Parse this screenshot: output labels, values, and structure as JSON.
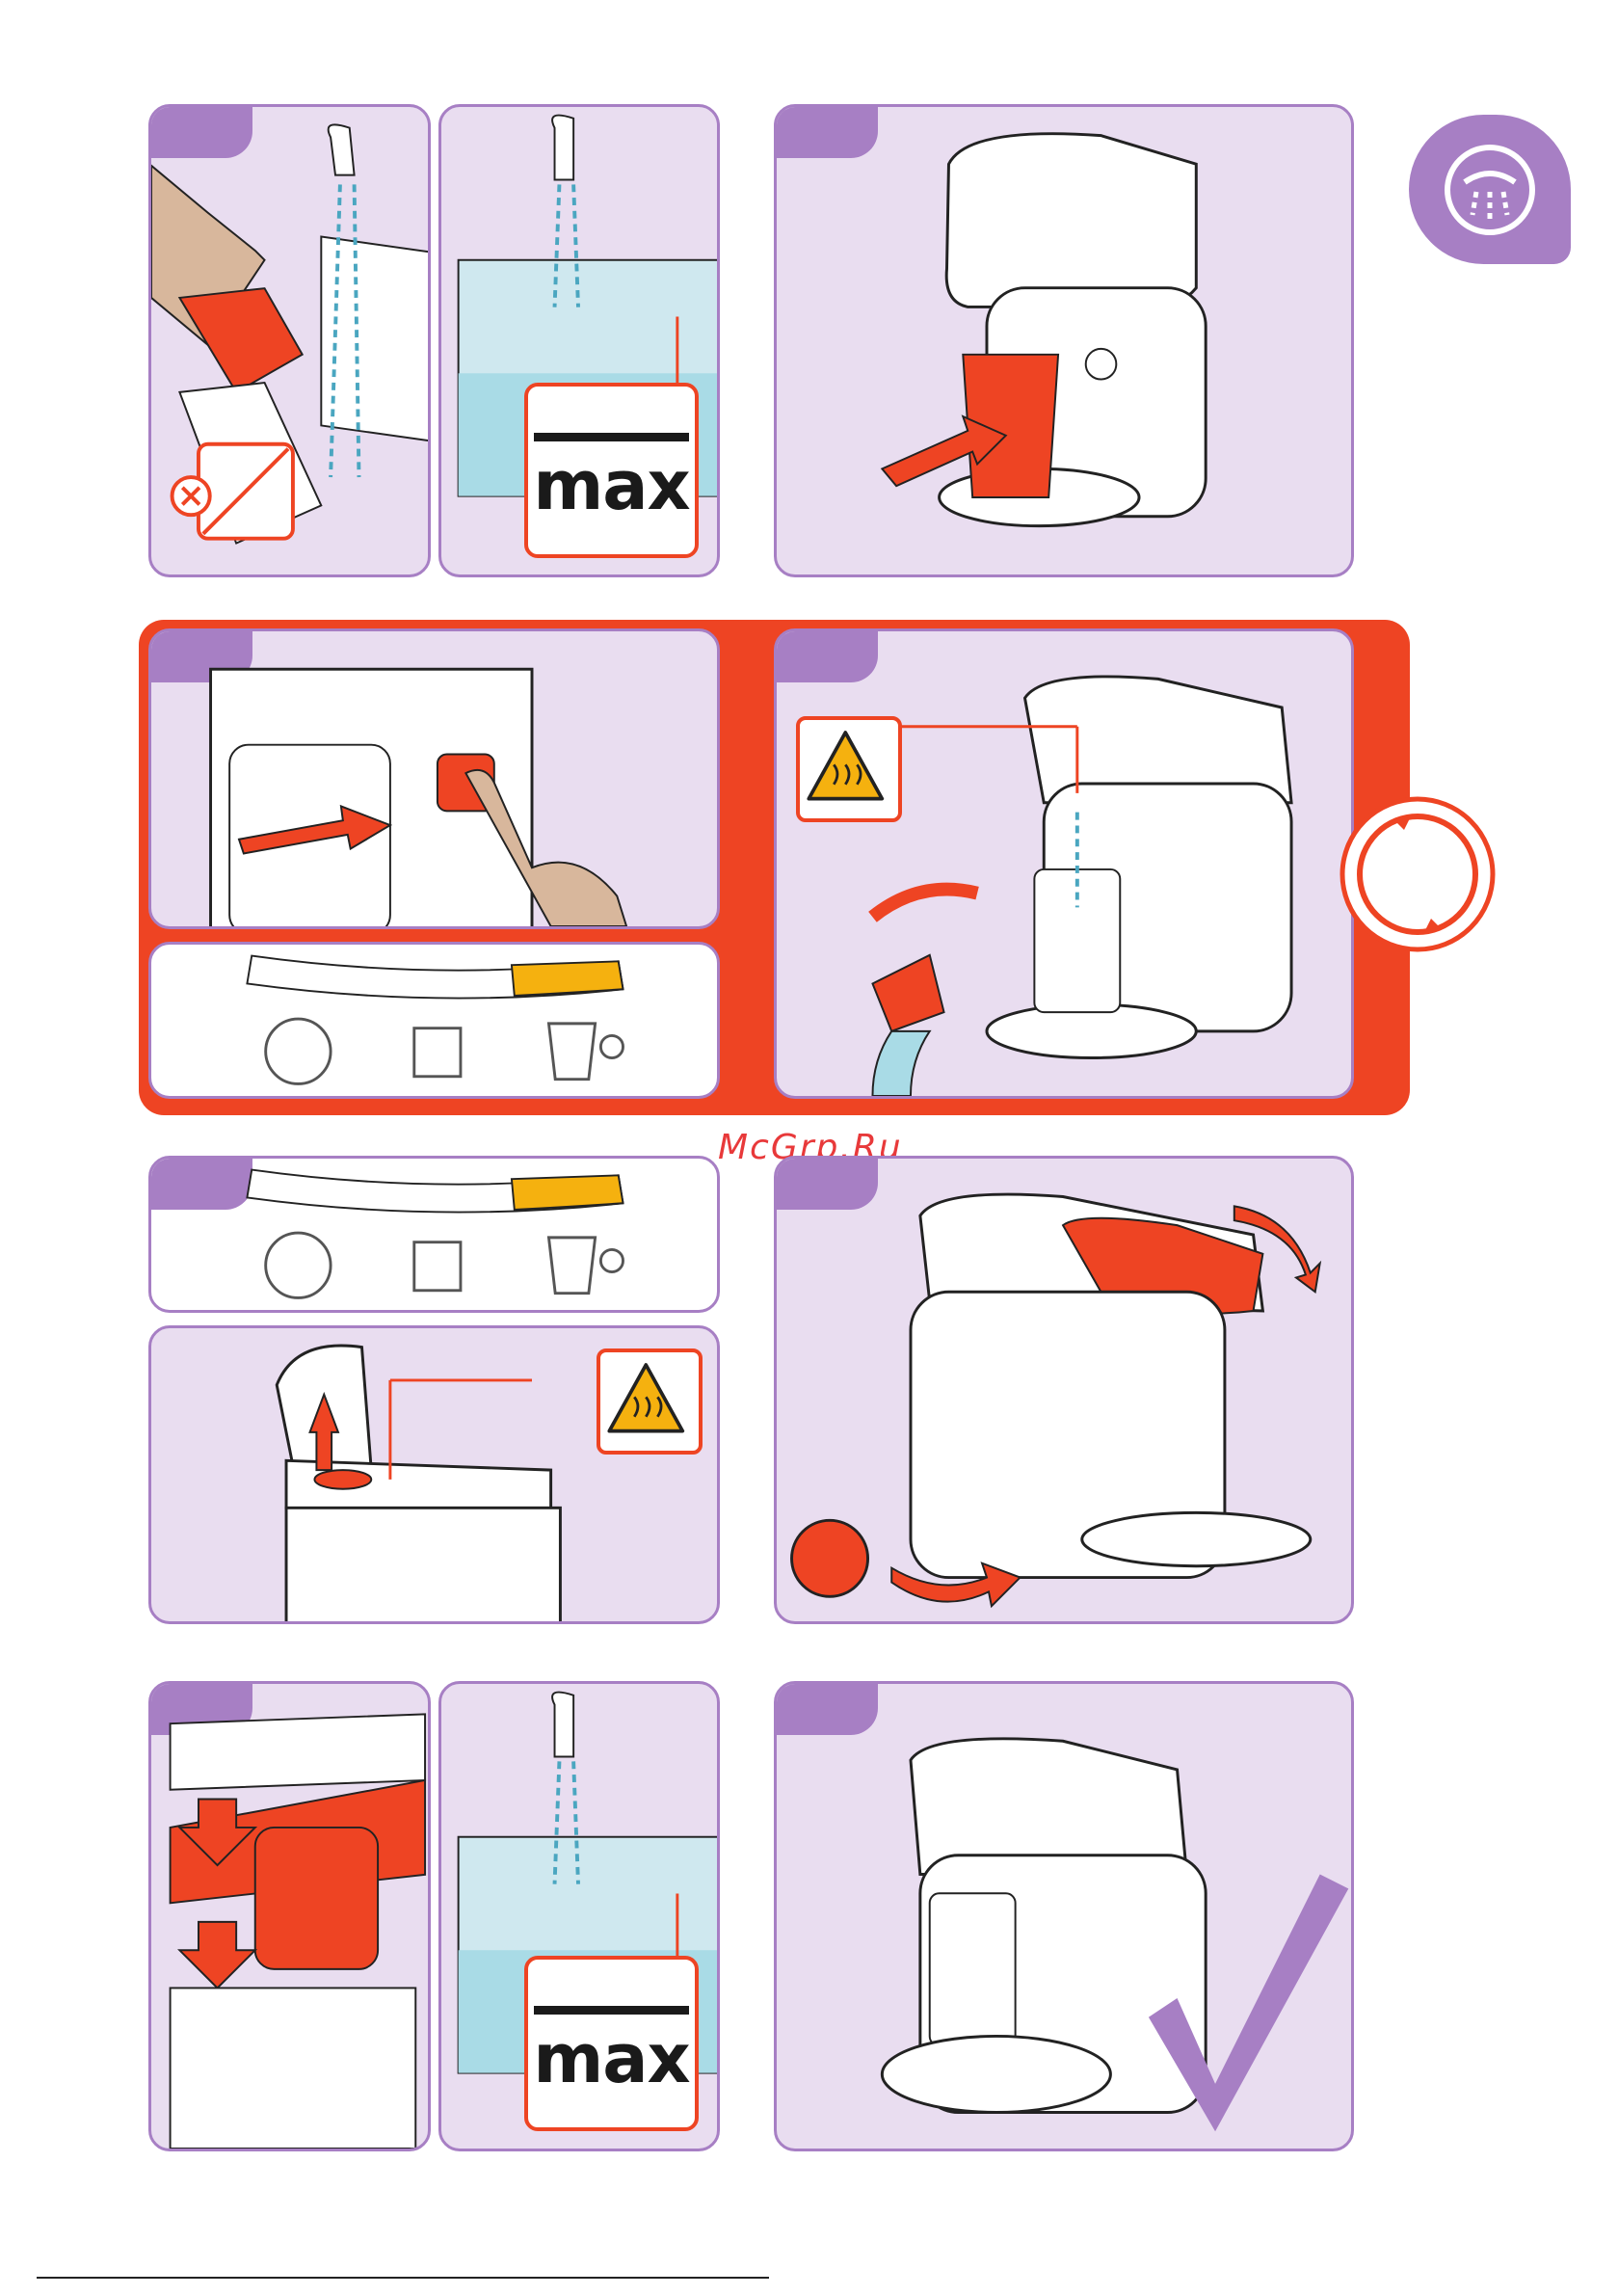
{
  "watermark": "McGrp.Ru",
  "max_label_top": "max",
  "max_label_bottom": "max",
  "colors": {
    "panel_bg": "#e9ddf0",
    "panel_border": "#a77fc4",
    "accent_red": "#ee4423",
    "water_blue": "#a9dbe6",
    "indicator_yellow": "#f5b10f"
  },
  "icons": {
    "descale": "descale-icon",
    "water_tank": "water-tank-icon",
    "cup": "cup-icon",
    "hot_surface": "hot-surface-warning-icon",
    "repeat": "repeat-cycle-icon",
    "check": "checkmark-icon"
  }
}
